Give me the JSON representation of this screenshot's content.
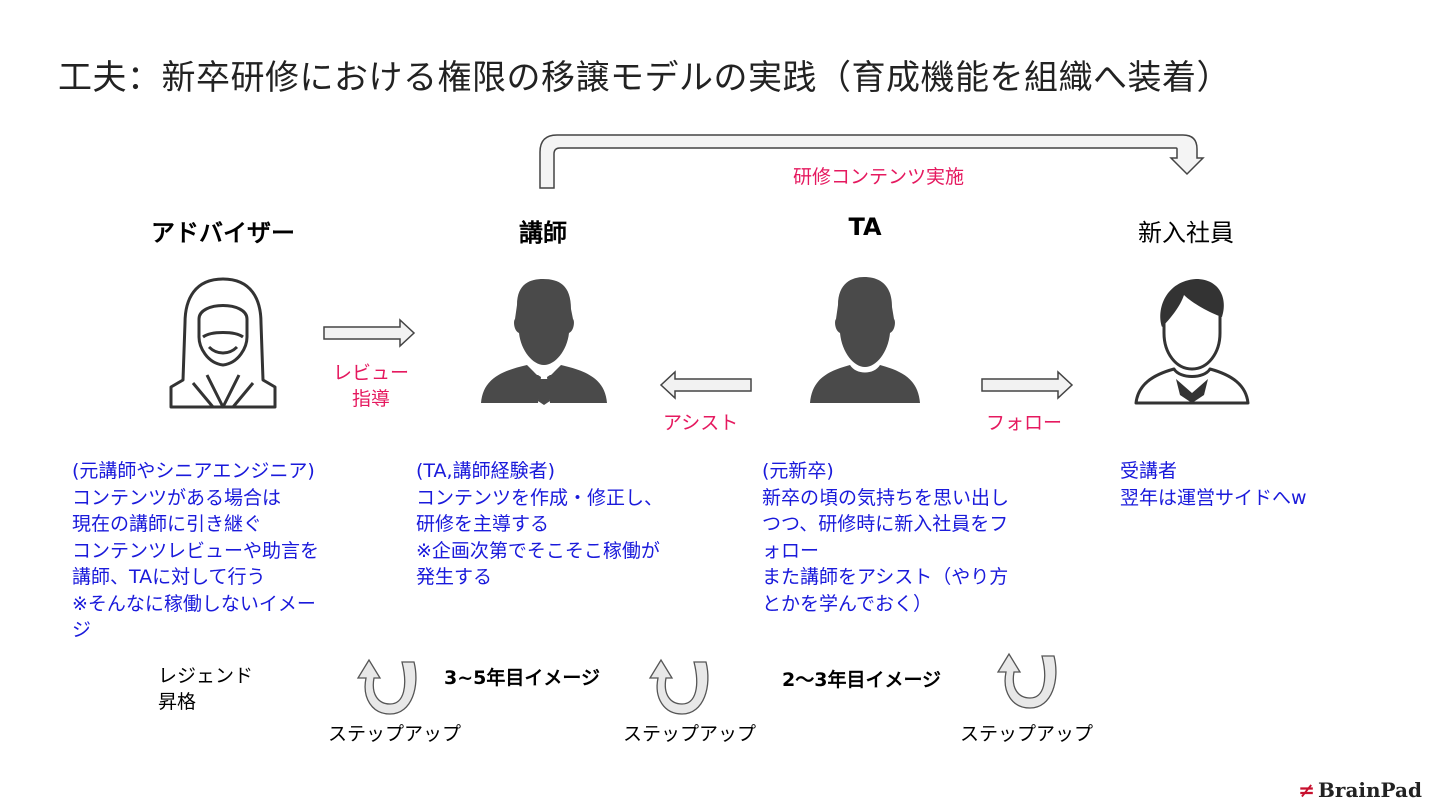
{
  "title": "工夫：新卒研修における権限の移譲モデルの実践（育成機能を組織へ装着）",
  "top_flow_label": "研修コンテンツ実施",
  "roles": {
    "advisor": "アドバイザー",
    "instructor": "講師",
    "ta": "TA",
    "newhire": "新入社員"
  },
  "arrow_labels": {
    "review": [
      "レビュー",
      "指導"
    ],
    "assist": "アシスト",
    "follow": "フォロー"
  },
  "descriptions": {
    "advisor": [
      "(元講師やシニアエンジニア)",
      "コンテンツがある場合は",
      "現在の講師に引き継ぐ",
      "コンテンツレビューや助言を",
      "講師、TAに対して行う",
      "※そんなに稼働しないイメー",
      "ジ"
    ],
    "instructor": [
      "(TA,講師経験者)",
      "コンテンツを作成・修正し、",
      "研修を主導する",
      "※企画次第でそこそこ稼働が",
      "発生する"
    ],
    "ta": [
      "(元新卒)",
      "新卒の頃の気持ちを思い出し",
      "つつ、研修時に新入社員をフ",
      "ォロー",
      "また講師をアシスト（やり方",
      "とかを学んでおく）"
    ],
    "newhire": [
      "受講者",
      "翌年は運営サイドへw"
    ]
  },
  "bottom": {
    "legend": [
      "レジェンド",
      "昇格"
    ],
    "step_up": "ステップアップ",
    "years_3_5": "3~5年目イメージ",
    "years_2_3": "2〜3年目イメージ"
  },
  "logo": "BrainPad",
  "colors": {
    "accent_pink": "#e5195f",
    "desc_blue": "#1a1adb",
    "silhouette": "#4a4a4a"
  },
  "icons": [
    "advisor-person-icon",
    "instructor-person-icon",
    "ta-person-icon",
    "newhire-person-icon",
    "right-arrow-icon",
    "left-arrow-icon",
    "curved-arrow-icon",
    "step-up-arrow-icon"
  ]
}
